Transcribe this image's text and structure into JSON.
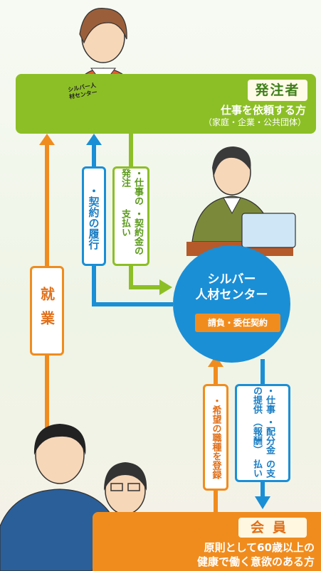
{
  "client": {
    "title": "発注者",
    "description": "仕事を依頼する方",
    "subtitle": "（家庭・企業・公共団体）",
    "document_label": "シルバー人材センター"
  },
  "center": {
    "name_line1": "シルバー",
    "name_line2": "人材センター",
    "badge": "請負・委任契約"
  },
  "flows": {
    "keiyaku": "・契約の履行",
    "shigoto_hacchu": "・仕事の発注",
    "keiyakukin": "・契約金の支払い",
    "shugyo": "就業",
    "kibou": "・希望の職種を登録",
    "teikyo": "・仕事の提供",
    "haibunkin": "・配分金（報酬）",
    "haibunkin_2": "の支払い"
  },
  "member": {
    "title": "会員",
    "line1": "原則として60歳以上の",
    "line2": "健康で働く意欲のある方"
  },
  "colors": {
    "green": "#8cbf26",
    "orange": "#f08c1e",
    "blue": "#1a8fd6"
  }
}
